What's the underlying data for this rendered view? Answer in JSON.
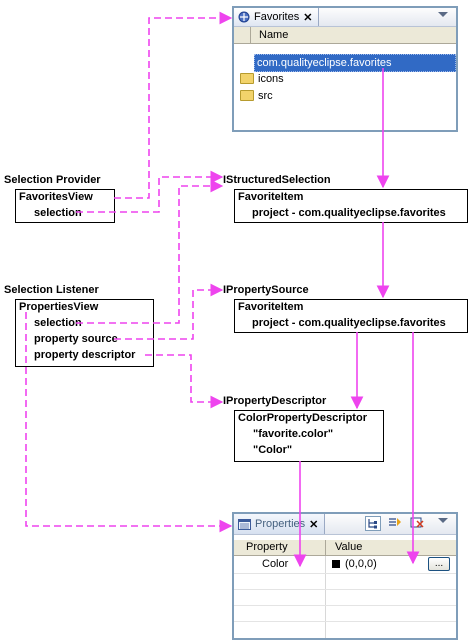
{
  "favorites_view": {
    "tab_title": "Favorites",
    "column_header": "Name",
    "items": [
      {
        "label": "com.qualityeclipse.favorites",
        "selected": true
      },
      {
        "label": "icons",
        "icon": "folder-icon"
      },
      {
        "label": "src",
        "icon": "folder-icon"
      }
    ]
  },
  "provider": {
    "heading": "Selection Provider",
    "box_title": "FavoritesView",
    "box_item": "selection"
  },
  "listener": {
    "heading": "Selection Listener",
    "box_title": "PropertiesView",
    "items": [
      "selection",
      "property source",
      "property descriptor"
    ]
  },
  "structured_selection": {
    "heading": "IStructuredSelection",
    "box_title": "FavoriteItem",
    "box_detail": "project - com.qualityeclipse.favorites"
  },
  "property_source": {
    "heading": "IPropertySource",
    "box_title": "FavoriteItem",
    "box_detail": "project - com.qualityeclipse.favorites"
  },
  "property_descriptor": {
    "heading": "IPropertyDescriptor",
    "box_title": "ColorPropertyDescriptor",
    "box_lines": [
      "\"favorite.color\"",
      "\"Color\""
    ]
  },
  "properties_view": {
    "tab_title": "Properties",
    "columns": [
      "Property",
      "Value"
    ],
    "row": {
      "property": "Color",
      "value": "(0,0,0)",
      "button": "..."
    }
  },
  "colors": {
    "connector": "#ee44ee",
    "selection": "#316ac5",
    "view_border": "#7f9db9"
  }
}
